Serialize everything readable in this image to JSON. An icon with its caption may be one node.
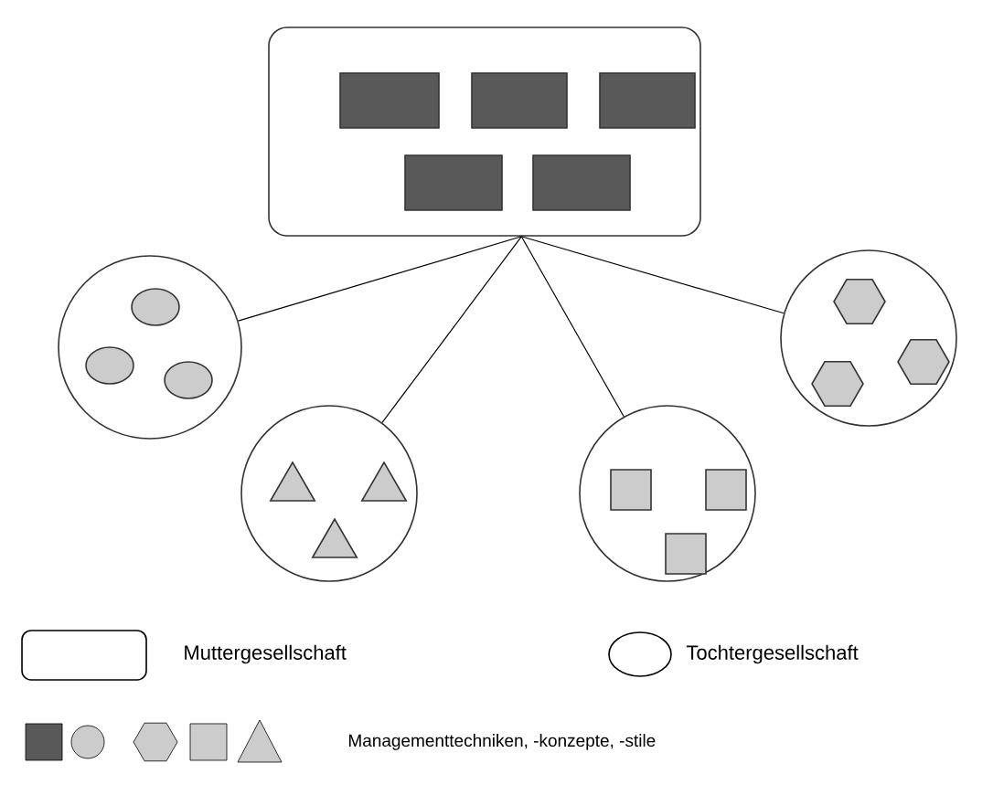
{
  "diagram": {
    "nodes": [
      {
        "text": [],
        "shape": "box"
      },
      {
        "text": [],
        "shape": "box",
        "in": 0
      },
      {
        "text": [],
        "shape": "box",
        "in": 0
      },
      {
        "text": [],
        "shape": "box",
        "in": 0
      },
      {
        "text": [],
        "shape": "box",
        "in": 0
      },
      {
        "text": [],
        "shape": "box",
        "in": 0
      },
      {
        "text": [],
        "shape": "circle"
      },
      {
        "text": [],
        "shape": "ellipse",
        "in": 6
      },
      {
        "text": [],
        "shape": "ellipse",
        "in": 6
      },
      {
        "text": [],
        "shape": "ellipse",
        "in": 6
      },
      {
        "text": [],
        "shape": "circle"
      },
      {
        "text": [],
        "shape": "triangle",
        "in": 10
      },
      {
        "text": [],
        "shape": "triangle",
        "in": 10
      },
      {
        "text": [],
        "shape": "triangle",
        "in": 10
      },
      {
        "text": [],
        "shape": "circle"
      },
      {
        "text": [],
        "shape": "box",
        "in": 14
      },
      {
        "text": [],
        "shape": "box",
        "in": 14
      },
      {
        "text": [],
        "shape": "box",
        "in": 14
      },
      {
        "text": [],
        "shape": "circle"
      },
      {
        "text": [],
        "shape": "hexagon",
        "in": 18
      },
      {
        "text": [],
        "shape": "hexagon",
        "in": 18
      },
      {
        "text": [],
        "shape": "hexagon",
        "in": 18
      }
    ],
    "edges": [
      {
        "from": 0,
        "to": 6,
        "arrow": "none"
      },
      {
        "from": 0,
        "to": 10,
        "arrow": "none"
      },
      {
        "from": 0,
        "to": 14,
        "arrow": "none"
      },
      {
        "from": 0,
        "to": 18,
        "arrow": "none"
      }
    ],
    "legend": [
      {
        "text": "Muttergesellschaft"
      },
      {
        "text": "Tochtergesellschaft"
      },
      {
        "text": "Managementtechniken, -konzepte, -stile"
      }
    ]
  }
}
